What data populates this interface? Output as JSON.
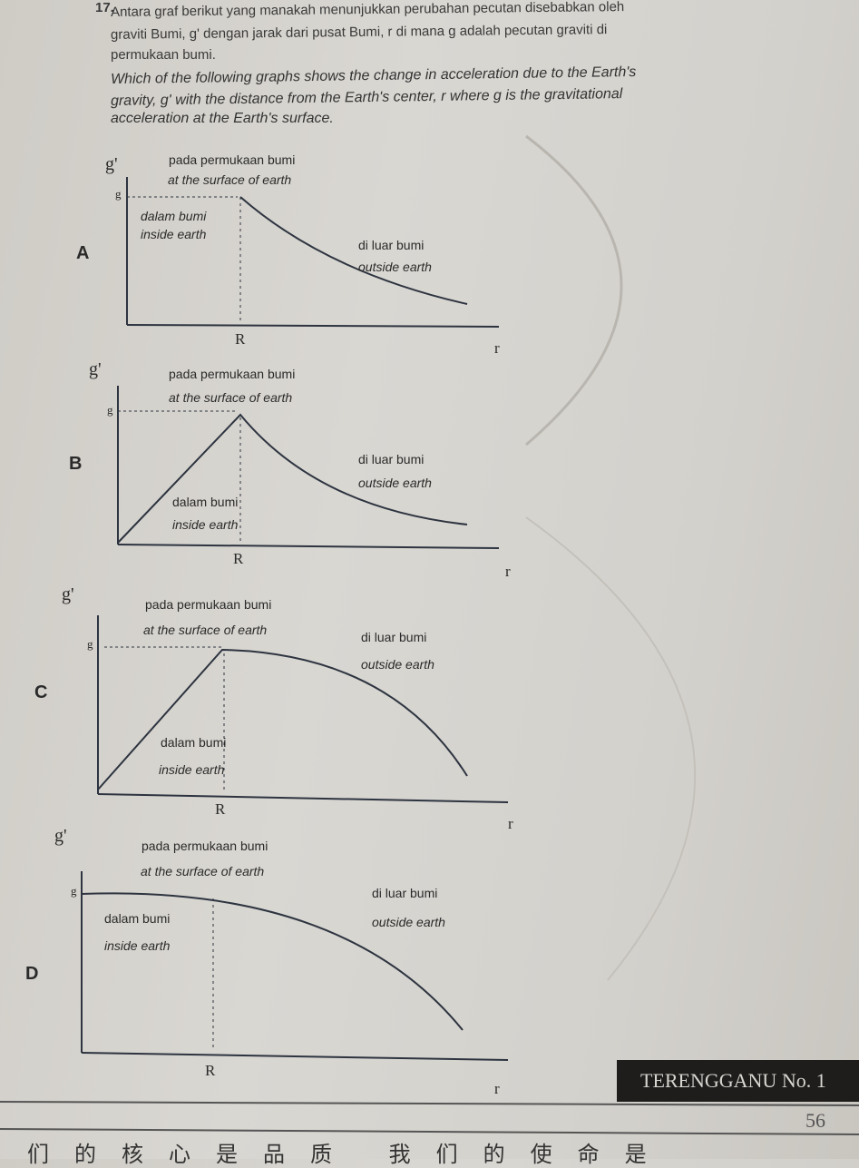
{
  "question": {
    "number": "17.",
    "malay_lines": [
      "Antara graf berikut yang manakah menunjukkan perubahan pecutan disebabkan oleh",
      "graviti Bumi, g' dengan jarak dari pusat Bumi, r di mana g adalah pecutan graviti di",
      "permukaan bumi."
    ],
    "english_lines": [
      "Which of the following graphs shows the change in acceleration due to the Earth's",
      "gravity, g' with the distance from the Earth's center, r where g is the gravitational",
      "acceleration at the Earth's surface."
    ]
  },
  "labels": {
    "g_prime": "g'",
    "g": "g",
    "R": "R",
    "r": "r",
    "surface_malay": "pada permukaan bumi",
    "surface_english": "at the surface of earth",
    "inside_malay": "dalam bumi",
    "inside_english": "inside earth",
    "outside_malay": "di luar bumi",
    "outside_english": "outside earth"
  },
  "options": [
    "A",
    "B",
    "C",
    "D"
  ],
  "footer": {
    "banner": "TERENGGANU No. 1",
    "page_number": "56",
    "bottom_text": "们的核心是品质 我们的使命是"
  }
}
